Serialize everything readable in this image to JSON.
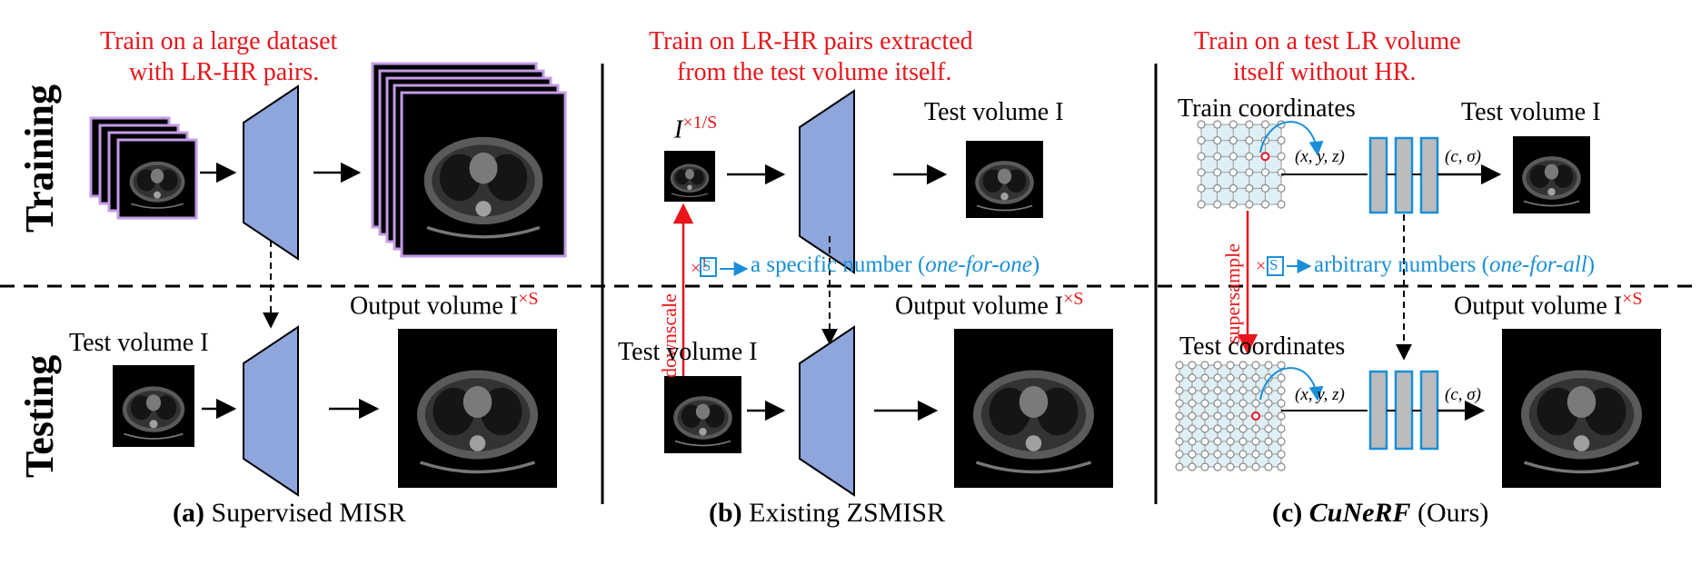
{
  "row_labels": {
    "training": "Training",
    "testing": "Testing"
  },
  "panel_a": {
    "top_text_1": "Train on a large dataset",
    "top_text_2": "with LR-HR pairs.",
    "output_label_text": "Output volume I",
    "output_label_sup": "×S",
    "test_label_text": "Test volume I",
    "caption_bold": "(a)",
    "caption_text": "Supervised MISR"
  },
  "panel_b": {
    "top_text_1": "Train on LR-HR pairs extracted",
    "top_text_2": "from the test volume itself.",
    "lr_label_base": "I",
    "lr_label_sup": "×1/S",
    "test_top_label": "Test volume I",
    "output_label_text": "Output volume I",
    "output_label_sup": "×S",
    "test_bottom_label": "Test volume I",
    "downscale_label": "downscale",
    "scale_mult": "×",
    "scale_frac": "1",
    "scale_box": "S",
    "scale_note_plain": "a specific number (",
    "scale_note_italic": "one-for-one",
    "scale_note_end": ")",
    "caption_bold": "(b)",
    "caption_text": "Existing ZSMISR"
  },
  "panel_c": {
    "top_text_1": "Train on a test LR volume",
    "top_text_2": "itself without HR.",
    "train_coords_label": "Train coordinates",
    "test_top_label": "Test volume I",
    "xyz_label": "(x, y, z)",
    "csigma_label": "(c, σ)",
    "supersample_label": "supersample",
    "scale_mult": "×",
    "scale_box": "S",
    "scale_note_plain": "arbitrary numbers (",
    "scale_note_italic": "one-for-all",
    "scale_note_end": ")",
    "test_coords_label": "Test coordinates",
    "output_label_text": "Output volume I",
    "output_label_sup": "×S",
    "caption_bold": "(c)",
    "caption_italic": "CuNeRF",
    "caption_text": "(Ours)"
  },
  "colors": {
    "accent_red": "#e8161b",
    "accent_blue": "#1a8fd8",
    "network_fill": "#8ea6dc",
    "grid_fill": "#dfeff6",
    "stack_border": "#c39be6"
  },
  "icons": [
    "ct-scan-image",
    "network-trapezoid",
    "coordinate-grid",
    "mlp-block"
  ]
}
